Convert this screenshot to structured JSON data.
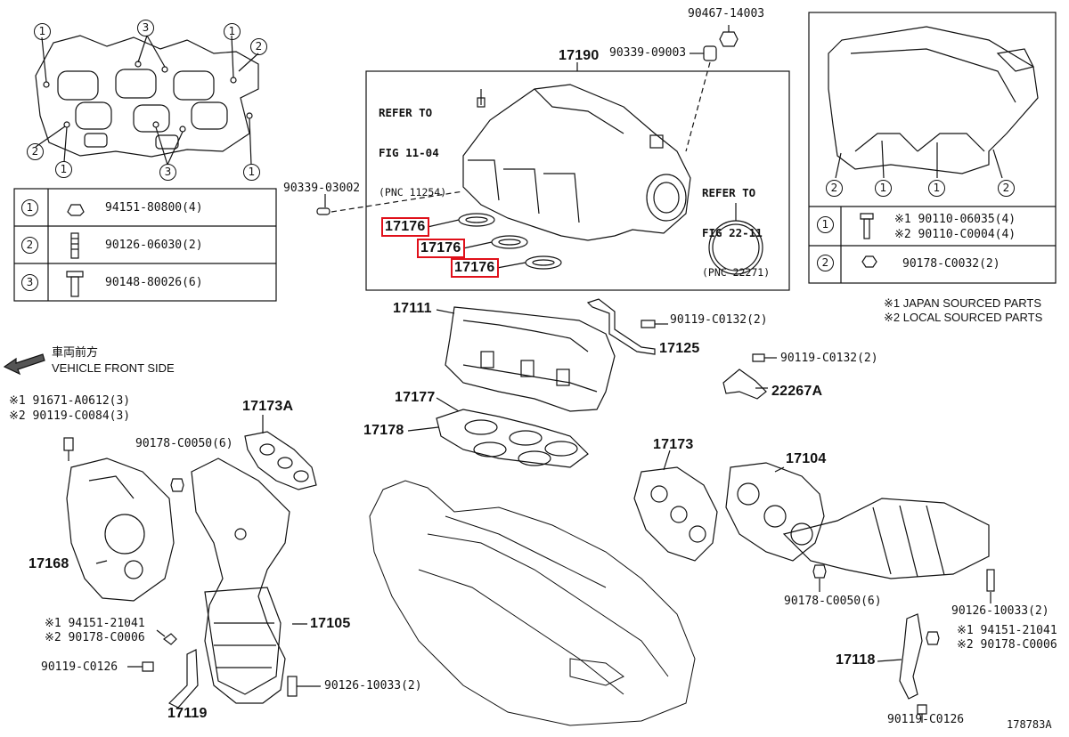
{
  "diagram_id": "178783A",
  "front_side": {
    "jp": "車両前方",
    "en": "VEHICLE FRONT SIDE"
  },
  "origin_notes": [
    "※1 JAPAN SOURCED PARTS",
    "※2 LOCAL SOURCED PARTS"
  ],
  "refer_1": {
    "line1": "REFER TO",
    "line2": "FIG 11-04",
    "line3": "(PNC 11254)"
  },
  "refer_2": {
    "line1": "REFER TO",
    "line2": "FIG 22-11",
    "line3": "(PNC 22271)"
  },
  "legend_left": [
    {
      "num": "1",
      "part": "94151-80800(4)"
    },
    {
      "num": "2",
      "part": "90126-06030(2)"
    },
    {
      "num": "3",
      "part": "90148-80026(6)"
    }
  ],
  "legend_right": [
    {
      "num": "1",
      "line1": "※1 90110-06035(4)",
      "line2": "※2 90110-C0004(4)"
    },
    {
      "num": "2",
      "line1": "90178-C0032(2)",
      "line2": ""
    }
  ],
  "callouts": {
    "c1": "1",
    "c2": "2",
    "c3": "3"
  },
  "parts": {
    "p17190": "17190",
    "p90467": "90467-14003",
    "p90339a": "90339-09003",
    "p90339b": "90339-03002",
    "p17176": "17176",
    "p17111": "17111",
    "p90119a": "90119-C0132(2)",
    "p17125": "17125",
    "p90119b": "90119-C0132(2)",
    "p22267": "22267A",
    "p17177": "17177",
    "p17178": "17178",
    "p91671": "※1 91671-A0612(3)",
    "p90119c": "※2 90119-C0084(3)",
    "p17173a": "17173A",
    "p90178a": "90178-C0050(6)",
    "p17173": "17173",
    "p17104": "17104",
    "p17168": "17168",
    "p17105": "17105",
    "p94151a": "※1 94151-21041",
    "p90178b": "※2 90178-C0006",
    "p90119d": "90119-C0126",
    "p17119": "17119",
    "p90126a": "90126-10033(2)",
    "p90178c": "90178-C0050(6)",
    "p90126b": "90126-10033(2)",
    "p94151b": "※1 94151-21041",
    "p90178d": "※2 90178-C0006",
    "p17118": "17118",
    "p90119e": "90119-C0126"
  }
}
